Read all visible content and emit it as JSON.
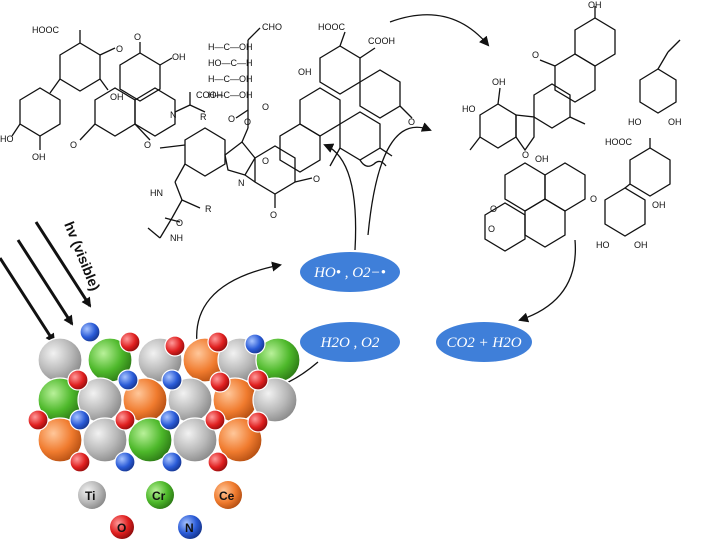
{
  "light_label": "hv (visible)",
  "pills": {
    "radicals": "HO• , O2−•",
    "reactants": "H2O , O2",
    "products": "CO2 + H2O"
  },
  "legend": {
    "ti": "Ti",
    "cr": "Cr",
    "ce": "Ce",
    "o": "O",
    "n": "N"
  },
  "colors": {
    "ti": "#b8b8b8",
    "cr": "#4db82a",
    "ce": "#f07b2e",
    "o": "#e02020",
    "n": "#2a5bd7",
    "pill": "#3f7fd9"
  },
  "chem_labels": {
    "cooh": "COOH",
    "hooc": "HOOC",
    "oh": "OH",
    "ho": "HO",
    "o": "O",
    "n": "N",
    "nh": "NH",
    "hn": "HN",
    "r": "R",
    "cho": "CHO",
    "h_oh": "H—C—OH",
    "ho_h": "HO—C—H"
  }
}
